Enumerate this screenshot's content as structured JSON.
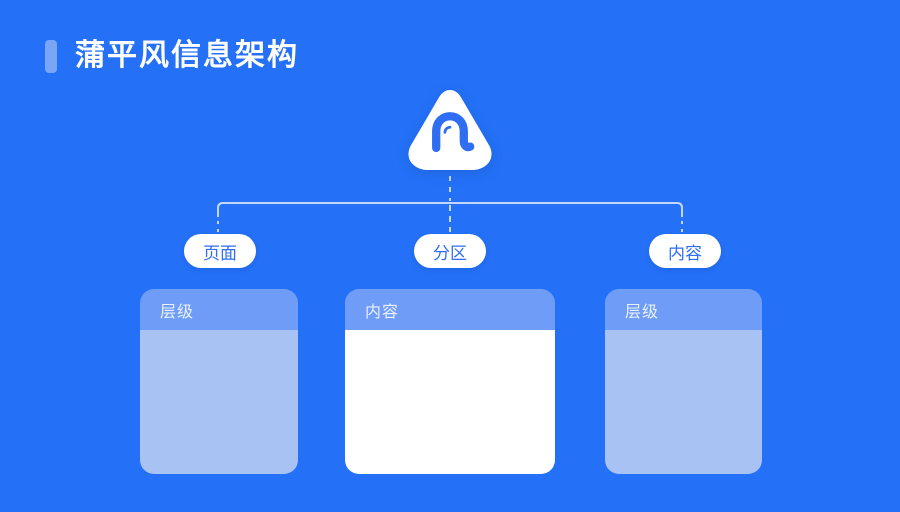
{
  "title": {
    "text": "蒲平风信息架构"
  },
  "icons": {
    "logo": "rounded-triangle-badge-with-a-glyph",
    "accent_bar": "title-accent-bar"
  },
  "nodes": [
    {
      "label": "页面"
    },
    {
      "label": "分区"
    },
    {
      "label": "内容"
    }
  ],
  "cards": [
    {
      "header": "层级",
      "body_style": "light-blue",
      "body_content": ""
    },
    {
      "header": "内容",
      "body_style": "white",
      "body_content": ""
    },
    {
      "header": "层级",
      "body_style": "light-blue",
      "body_content": ""
    }
  ],
  "colors": {
    "background": "#2471F7",
    "accent_bar": "#7AA6F8",
    "title_text": "#FFFFFF",
    "node_pill_bg": "#FFFFFF",
    "node_text": "#2F6EF2",
    "connector": "#C3D8FC",
    "card_header_bg": "#6E9CF6",
    "card_header_text": "#E9F1FE",
    "card_body_light": "#A9C2F4",
    "card_body_white": "#FFFFFF",
    "logo_glyph": "#2F6EF2"
  }
}
